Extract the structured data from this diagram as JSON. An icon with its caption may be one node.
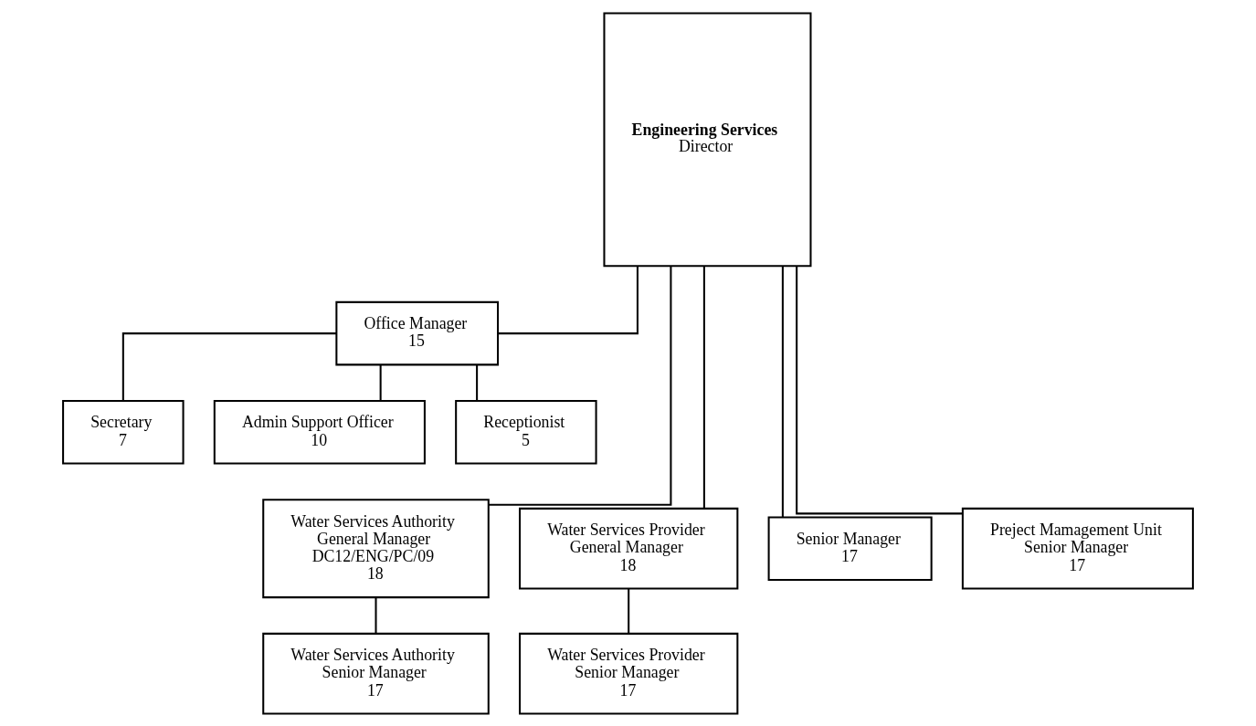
{
  "diagram": {
    "nodes": [
      {
        "text": [
          "Engineering Services",
          "Director"
        ]
      },
      {
        "text": [
          "Office Manager",
          "15"
        ]
      },
      {
        "text": [
          "Secretary",
          "7"
        ]
      },
      {
        "text": [
          "Admin Support Officer",
          "10"
        ]
      },
      {
        "text": [
          "Receptionist",
          "5"
        ]
      },
      {
        "text": [
          "Water Services Authority",
          "General Manager",
          "DC12/ENG/PC/09",
          "18"
        ]
      },
      {
        "text": [
          "Water Services Provider",
          "General Manager",
          "18"
        ]
      },
      {
        "text": [
          "Senior Manager",
          "17"
        ]
      },
      {
        "text": [
          "Preject Mamagement Unit",
          "Senior Manager",
          "17"
        ]
      },
      {
        "text": [
          "Water Services Authority",
          "Senior Manager",
          "17"
        ]
      },
      {
        "text": [
          "Water Services Provider",
          "Senior Manager",
          "17"
        ]
      }
    ],
    "edges": [
      {
        "from": 0,
        "to": 1,
        "arrow": "none"
      },
      {
        "from": 1,
        "to": 2,
        "arrow": "none"
      },
      {
        "from": 1,
        "to": 3,
        "arrow": "none"
      },
      {
        "from": 1,
        "to": 4,
        "arrow": "none"
      },
      {
        "from": 0,
        "to": 5,
        "arrow": "none"
      },
      {
        "from": 0,
        "to": 6,
        "arrow": "none"
      },
      {
        "from": 0,
        "to": 7,
        "arrow": "none"
      },
      {
        "from": 0,
        "to": 8,
        "arrow": "none"
      },
      {
        "from": 5,
        "to": 9,
        "arrow": "none"
      },
      {
        "from": 6,
        "to": 10,
        "arrow": "none"
      }
    ]
  }
}
